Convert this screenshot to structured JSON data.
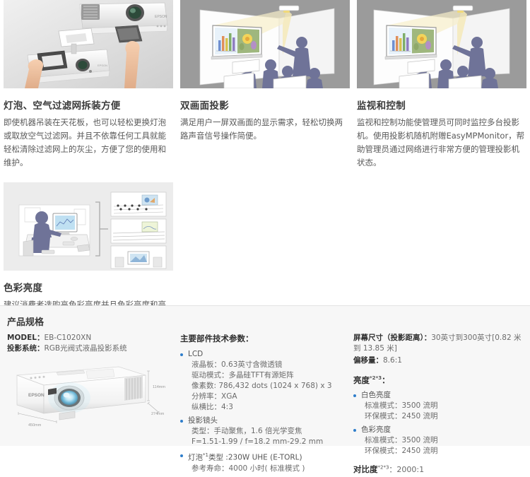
{
  "features": [
    {
      "id": "lamp-filter",
      "image": "ceiling-mounted-projector-photo",
      "title": "灯泡、空气过滤网拆装方便",
      "body": "即使机器吊装在天花板，也可以轻松更换灯泡或取放空气过滤网。并且不依靠任何工具就能轻松清除过滤网上的灰尘，方便了您的使用和维护。"
    },
    {
      "id": "dual-screen",
      "image": "classroom-split-screen-illustration",
      "title": "双画面投影",
      "body": "满足用户一屏双画面的显示需求，轻松切换两路声音信号操作简便。"
    },
    {
      "id": "monitor-control",
      "image": "classroom-presentation-illustration",
      "title": "监视和控制",
      "body": "监视和控制功能使管理员可同时监控多台投影机。使用投影机随机附赠EasyMPMonitor，帮助管理员通过网络进行非常方便的管理投影机状态。"
    }
  ],
  "color_brightness": {
    "image": "network-monitoring-illustration",
    "title": "色彩亮度",
    "body": "建议消费者选购高色彩亮度并且色彩亮度和亮度（白色亮度）相等的投影机。"
  },
  "spec": {
    "section_title": "产品规格",
    "left": {
      "model_label": "MODEL：",
      "model_value": "EB-C1020XN",
      "system_label": "投影系统：",
      "system_value": "RGB光阀式液晶投影系统",
      "product_image": "epson-projector-photo",
      "brand": "EPSON",
      "dimensions": {
        "width": "450mm",
        "height": "114mm",
        "depth": "274mm"
      }
    },
    "middle": {
      "title": "主要部件技术参数：",
      "groups": [
        {
          "head": "LCD",
          "lines": [
            "液晶板：0.63英寸含微透镜",
            "驱动模式：多晶硅TFT有源矩阵",
            "像素数: 786,432 dots (1024 x 768) x 3",
            "分辨率：XGA",
            "纵横比：4:3"
          ]
        },
        {
          "head": "投影镜头",
          "lines": [
            "类型：手动聚焦，1.6 倍光学变焦",
            "F=1.51-1.99 / f=18.2 mm-29.2 mm"
          ]
        },
        {
          "head": "灯泡",
          "head_sup": "*1",
          "head_tail": "类型 :230W UHE (E-TORL)",
          "lines": [
            "参考寿命：4000 小时( 标准模式 )"
          ]
        }
      ]
    },
    "right": {
      "screen_size_label": "屏幕尺寸（投影距离）：",
      "screen_size_value": "30英寸到300英寸[0.82 米 到 13.85 米]",
      "offset_label": "偏移量：",
      "offset_value": "8.6:1",
      "brightness_label": "亮度",
      "brightness_sup": "*2*3",
      "brightness_colon": "：",
      "brightness_groups": [
        {
          "head": "白色亮度",
          "lines": [
            "标准模式：3500 流明",
            "环保模式：2450 流明"
          ]
        },
        {
          "head": "色彩亮度",
          "lines": [
            "标准模式：3500 流明",
            "环保模式：2450 流明"
          ]
        }
      ],
      "contrast_label": "对比度",
      "contrast_sup": "*2*3",
      "contrast_value": "：2000:1"
    }
  }
}
